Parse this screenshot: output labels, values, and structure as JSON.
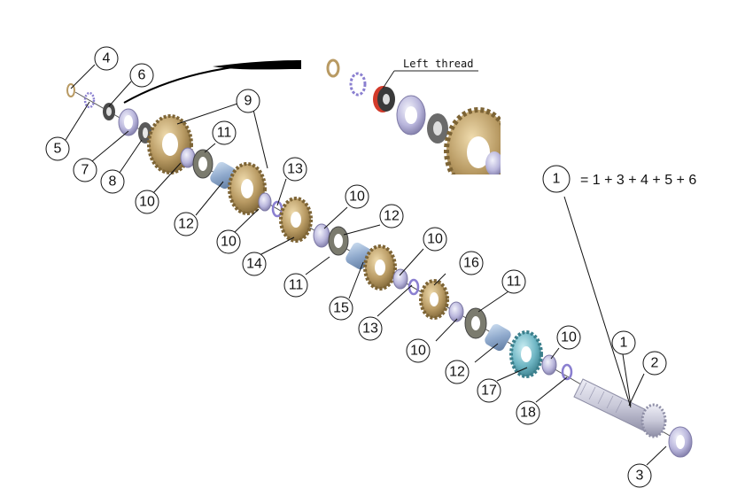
{
  "callouts": {
    "c4": "4",
    "c5": "5",
    "c6": "6",
    "c7": "7",
    "c8": "8",
    "c9": "9",
    "c10a": "10",
    "c11a": "11",
    "c12a": "12",
    "c13a": "13",
    "c10b": "10",
    "c14": "14",
    "c10c": "10",
    "c11b": "11",
    "c12b": "12",
    "c15": "15",
    "c10d": "10",
    "c13b": "13",
    "c16": "16",
    "c10e": "10",
    "c11c": "11",
    "c12c": "12",
    "c17": "17",
    "c10f": "10",
    "c18": "18",
    "c1": "1",
    "c2": "2",
    "c3": "3"
  },
  "legend": {
    "id": "1",
    "formula": "= 1 + 3 + 4 + 5 + 6"
  },
  "inset": {
    "note": "Left thread"
  },
  "colors": {
    "gear_bronze": "#b89a63",
    "gear_teal": "#6fb6c4",
    "bearing": "#b9b6dc",
    "bush": "#8fa9cc",
    "washer_dark": "#4a4a4a",
    "nut_red": "#d23a2a",
    "circlip": "#8a7fd0",
    "shaft": "#c9c9d9"
  }
}
